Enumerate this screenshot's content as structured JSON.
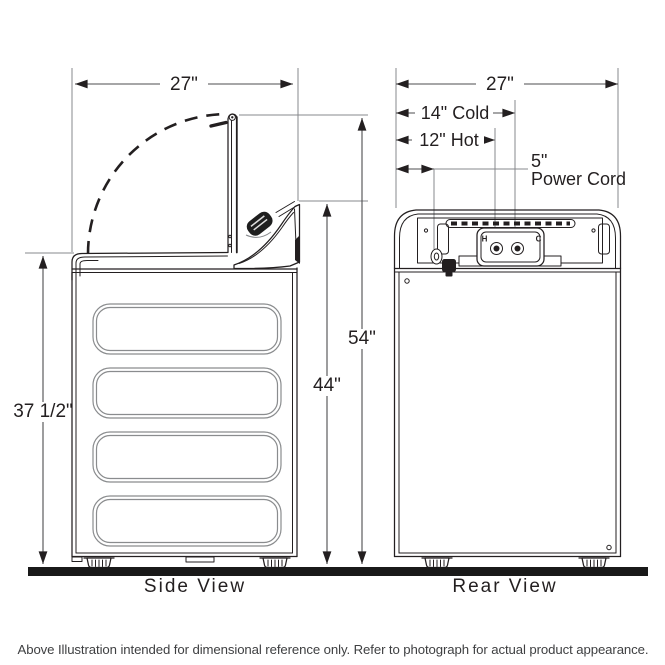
{
  "side_view": {
    "label": "Side View",
    "dim_width": "27\"",
    "dim_height_cabinet": "37 1/2\"",
    "dim_height_console": "44\"",
    "dim_height_lid_open": "54\""
  },
  "rear_view": {
    "label": "Rear View",
    "dim_width": "27\"",
    "dim_cold": "14\" Cold",
    "dim_hot": "12\" Hot",
    "dim_power_offset": "5\"",
    "power_cord_label": "Power Cord",
    "hot_marker": "H",
    "cold_marker": "C"
  },
  "footer": {
    "disclaimer": "Above Illustration intended for dimensional reference only. Refer to photograph for actual product appearance."
  },
  "colors": {
    "outline": "#231f20",
    "dimension_line": "#4d4d4f",
    "reference_line": "#87898c",
    "panel_line": "#8a8c8e",
    "floor": "#191919",
    "background": "#ffffff"
  }
}
